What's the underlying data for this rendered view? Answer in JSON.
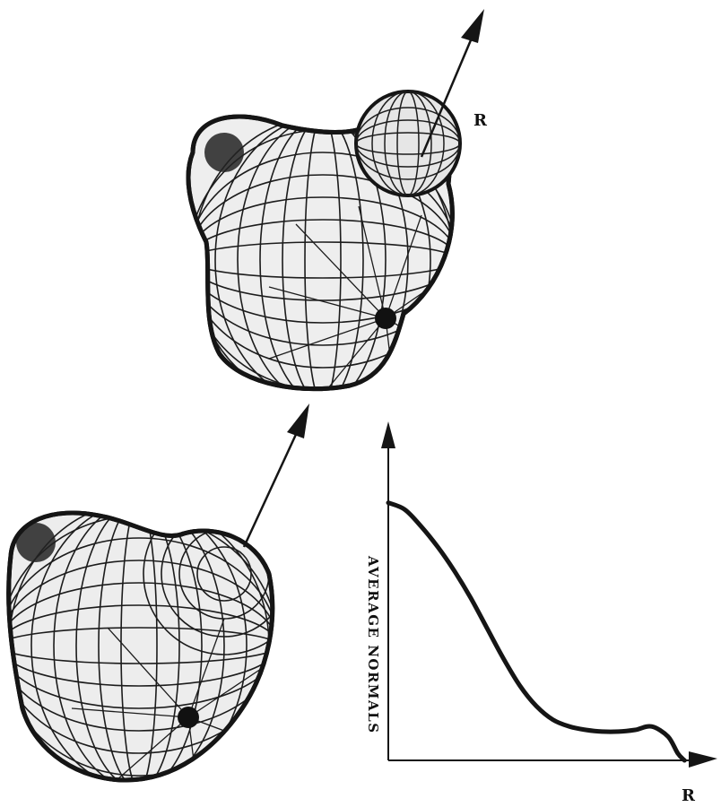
{
  "figure": {
    "top_arrow_label": "R",
    "graph_x_label": "R",
    "graph_y_label": "AVERAGE NORMALS"
  },
  "chart_data": {
    "type": "line",
    "title": "",
    "xlabel": "R",
    "ylabel": "AVERAGE NORMALS",
    "xlim": [
      0,
      1
    ],
    "ylim": [
      0,
      1
    ],
    "grid": false,
    "series": [
      {
        "x": [
          0.0,
          0.05,
          0.1,
          0.15,
          0.2,
          0.25,
          0.3,
          0.35,
          0.4,
          0.45,
          0.5,
          0.55,
          0.6,
          0.65,
          0.7,
          0.75,
          0.8,
          0.85,
          0.88,
          0.9
        ],
        "y": [
          0.76,
          0.74,
          0.69,
          0.63,
          0.56,
          0.48,
          0.39,
          0.3,
          0.22,
          0.16,
          0.12,
          0.1,
          0.09,
          0.085,
          0.085,
          0.09,
          0.1,
          0.07,
          0.02,
          0.0
        ]
      }
    ]
  }
}
